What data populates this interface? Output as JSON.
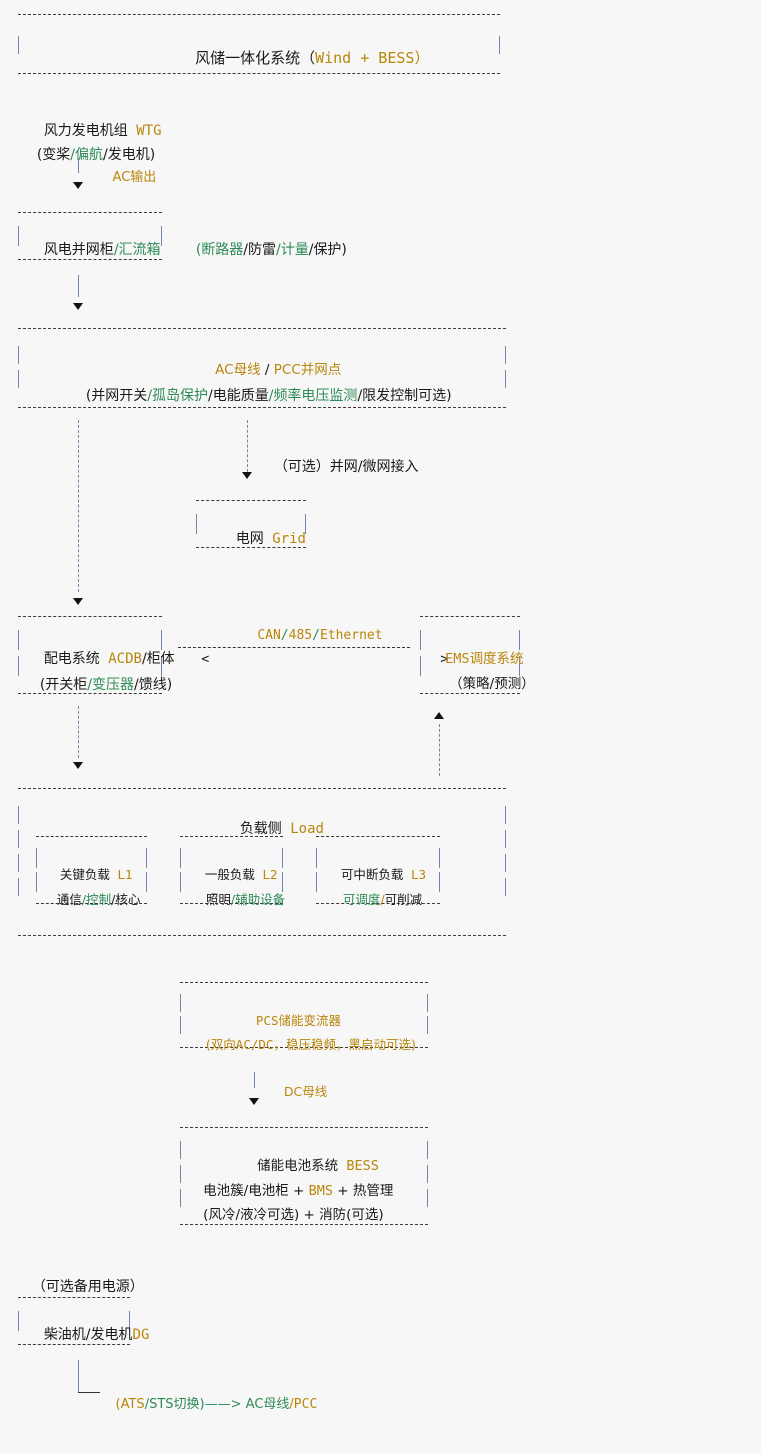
{
  "diagram": {
    "title_box": {
      "parts": [
        {
          "text": "风储一体化系统（",
          "color": "black"
        },
        {
          "text": "Wind + BESS",
          "color": "gold"
        },
        {
          "text": "）",
          "color": "gold"
        }
      ],
      "plain": "风储一体化系统（Wind + BESS）"
    },
    "wtg": {
      "line1": "风力发电机组 WTG",
      "line1_cn": "风力发电机组",
      "line1_en": "WTG",
      "line2_parts": [
        "(变桨",
        "/",
        "偏航",
        "/",
        "发电机)"
      ],
      "line2_plain": "(变桨/偏航/发电机)",
      "edge_label": "AC输出"
    },
    "combiner": {
      "title_cn": "风电并网柜",
      "title_slash": "/",
      "title_alt": "汇流箱",
      "side_note_parts": [
        "(断路器",
        "/",
        "防雷",
        "/",
        "计量",
        "/",
        "保护)"
      ],
      "side_note_plain": "(断路器/防雷/计量/保护)"
    },
    "ac_bus": {
      "title_en1": "AC母线",
      "title_sep": "/",
      "title_en2": "PCC并网点",
      "title_plain": "AC母线 / PCC并网点",
      "subtitle_plain": "(并网开关/孤岛保护/电能质量/频率电压监测/限发控制可选)",
      "subtitle_parts": [
        "(并网开关",
        "/",
        "孤岛保护",
        "/",
        "电能质量",
        "/",
        "频率电压监测",
        "/",
        "限发控制可选)"
      ]
    },
    "grid": {
      "edge_label": "（可选）并网/微网接入",
      "label_cn": "电网",
      "label_en": "Grid"
    },
    "distribution": {
      "line1_cn": "配电系统",
      "line1_en": "ACDB",
      "line1_sep": "/",
      "line1_cn2": "柜体",
      "line1_plain": "配电系统 ACDB/柜体",
      "line2_plain": "(开关柜/变压器/馈线)",
      "line2_parts": [
        "(开关柜",
        "/",
        "变压器",
        "/",
        "馈线)"
      ]
    },
    "bus_link": {
      "label_plain": "CAN/485/Ethernet",
      "label_parts": [
        "CAN",
        "/",
        "485",
        "/",
        "Ethernet"
      ],
      "arrow_left": "<",
      "arrow_right": ">"
    },
    "ems": {
      "title_en": "EMS",
      "title_cn": "调度系统",
      "title_plain": "EMS调度系统",
      "subtitle": "（策略/预测）"
    },
    "load": {
      "title_cn": "负载侧",
      "title_en": "Load",
      "title_plain": "负载侧 Load",
      "items": [
        {
          "name_cn": "关键负载",
          "tag": "L1",
          "detail_plain": "通信/控制/核心",
          "detail_parts": [
            "通信",
            "/",
            "控制",
            "/",
            "核心"
          ]
        },
        {
          "name_cn": "一般负载",
          "tag": "L2",
          "detail_plain": "照明/辅助设备",
          "detail_parts": [
            "照明",
            "/",
            "辅助设备"
          ]
        },
        {
          "name_cn": "可中断负载",
          "tag": "L3",
          "detail_plain": "可调度/可削减",
          "detail_parts": [
            "可调度",
            "/",
            "可削减"
          ]
        }
      ]
    },
    "pcs": {
      "title_en": "PCS",
      "title_cn": "储能变流器",
      "title_plain": "PCS储能变流器",
      "subtitle_plain": "(双向AC/DC，稳压稳频，黑启动可选)",
      "subtitle_parts": [
        "(双向",
        "AC",
        "/",
        "DC",
        "，稳压稳频，黑启动可选)"
      ],
      "edge_label": "DC母线"
    },
    "bess": {
      "title_cn": "储能电池系统",
      "title_en": "BESS",
      "title_plain": "储能电池系统 BESS",
      "line2_plain": "电池簇/电池柜 + BMS + 热管理",
      "line2_parts": [
        "电池簇/电池柜 + ",
        "BMS",
        " + 热管理"
      ],
      "line3_plain": "(风冷/液冷可选) + 消防(可选)"
    },
    "backup": {
      "section_label": "（可选备用电源）",
      "dg_cn": "柴油机/发电机",
      "dg_en": "DG",
      "dg_plain": "柴油机/发电机DG",
      "link_parts": [
        {
          "text": "(ATS",
          "color": "gold"
        },
        {
          "text": "/",
          "color": "green"
        },
        {
          "text": "STS切换)",
          "color": "green"
        },
        {
          "text": "——>",
          "color": "green"
        },
        {
          "text": "AC母线",
          "color": "green"
        },
        {
          "text": "/",
          "color": "gold"
        },
        {
          "text": "PCC",
          "color": "gold"
        }
      ],
      "link_plain": "(ATS/STS切换)——> AC母线/PCC"
    },
    "colors": {
      "background": "#f7f7f7",
      "text_black": "#1a1a1a",
      "text_green": "#2e8b57",
      "text_gold": "#b8860b",
      "border_dash": "#3a3a3a",
      "pipe_blue": "#6f86a8"
    }
  }
}
